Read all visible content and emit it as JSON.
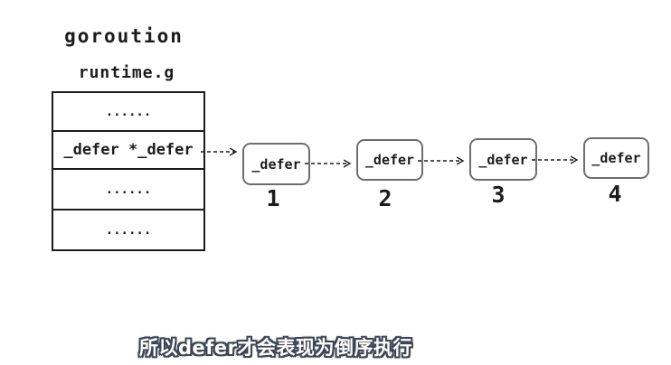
{
  "diagram": {
    "title": "goroution",
    "struct_name": "runtime.g",
    "struct_rows": [
      "......",
      "_defer *_defer",
      "......",
      "......"
    ],
    "defer_nodes": [
      {
        "label": "_defer",
        "index": "1"
      },
      {
        "label": "_defer",
        "index": "2"
      },
      {
        "label": "_defer",
        "index": "3"
      },
      {
        "label": "_defer",
        "index": "4"
      }
    ],
    "colors": {
      "ink": "#1c1c1c",
      "node_border": "#6e6e6e",
      "background": "#ffffff"
    }
  },
  "caption": {
    "text": "所以defer才会表现为倒序执行",
    "fill_color": "#ffffff",
    "outline_color": "#3e4654"
  }
}
